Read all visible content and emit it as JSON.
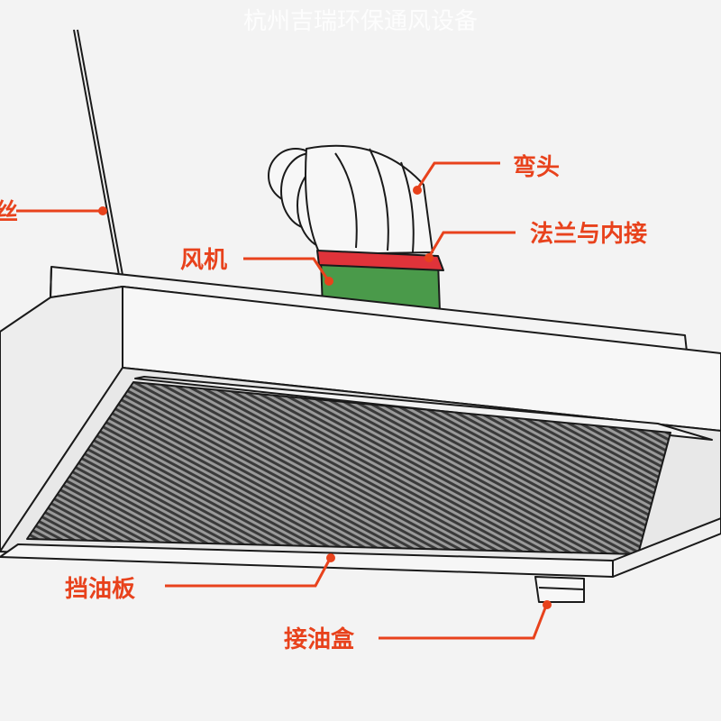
{
  "watermark": "杭州吉瑞环保通风设备",
  "labels": {
    "wire": "丝",
    "elbow": "弯头",
    "flange": "法兰与内接",
    "fan": "风机",
    "baffle": "挡油板",
    "oil_box": "接油盒"
  },
  "colors": {
    "accent": "#e8421c",
    "fan_body": "#4a9a4a",
    "flange_ring": "#e0333a"
  }
}
